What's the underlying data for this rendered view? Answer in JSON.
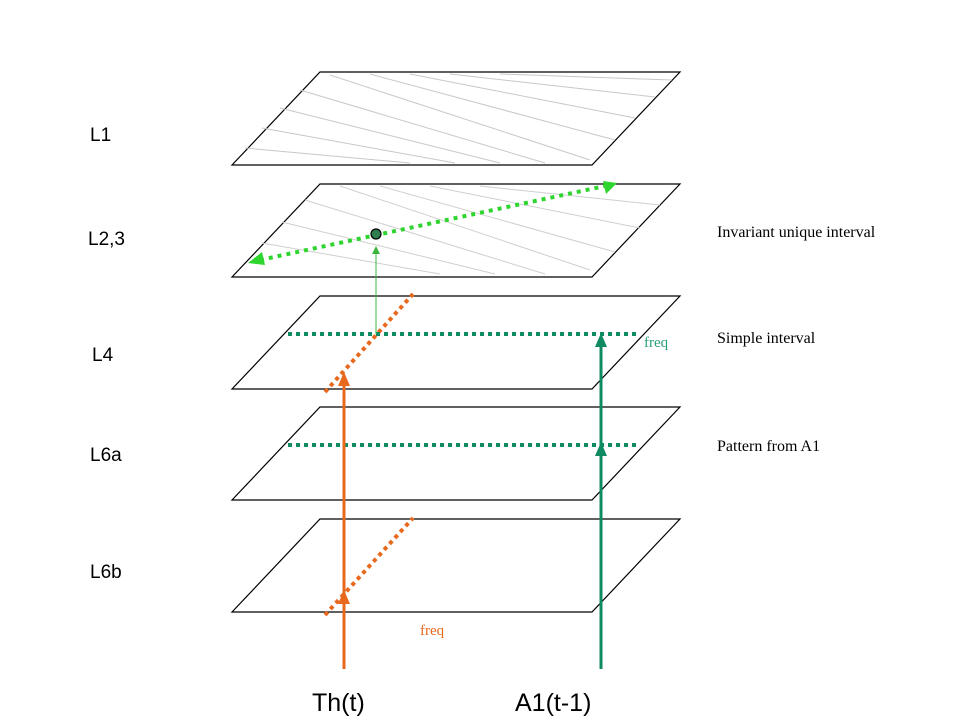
{
  "layers": [
    {
      "label": "L1"
    },
    {
      "label": "L2,3"
    },
    {
      "label": "L4"
    },
    {
      "label": "L6a"
    },
    {
      "label": "L6b"
    }
  ],
  "annotations": {
    "invariant": "Invariant unique interval",
    "simple": "Simple interval",
    "pattern": "Pattern from A1",
    "freq_green": "freq",
    "freq_orange": "freq"
  },
  "inputs": {
    "thalamus": "Th(t)",
    "a1": "A1(t-1)"
  },
  "colors": {
    "orange": "#e8681e",
    "teal": "#0f8a63",
    "bright_green": "#2fd52f",
    "thin_green": "#3cb43c",
    "hatch": "#c8c8c8",
    "outline": "#000000"
  }
}
